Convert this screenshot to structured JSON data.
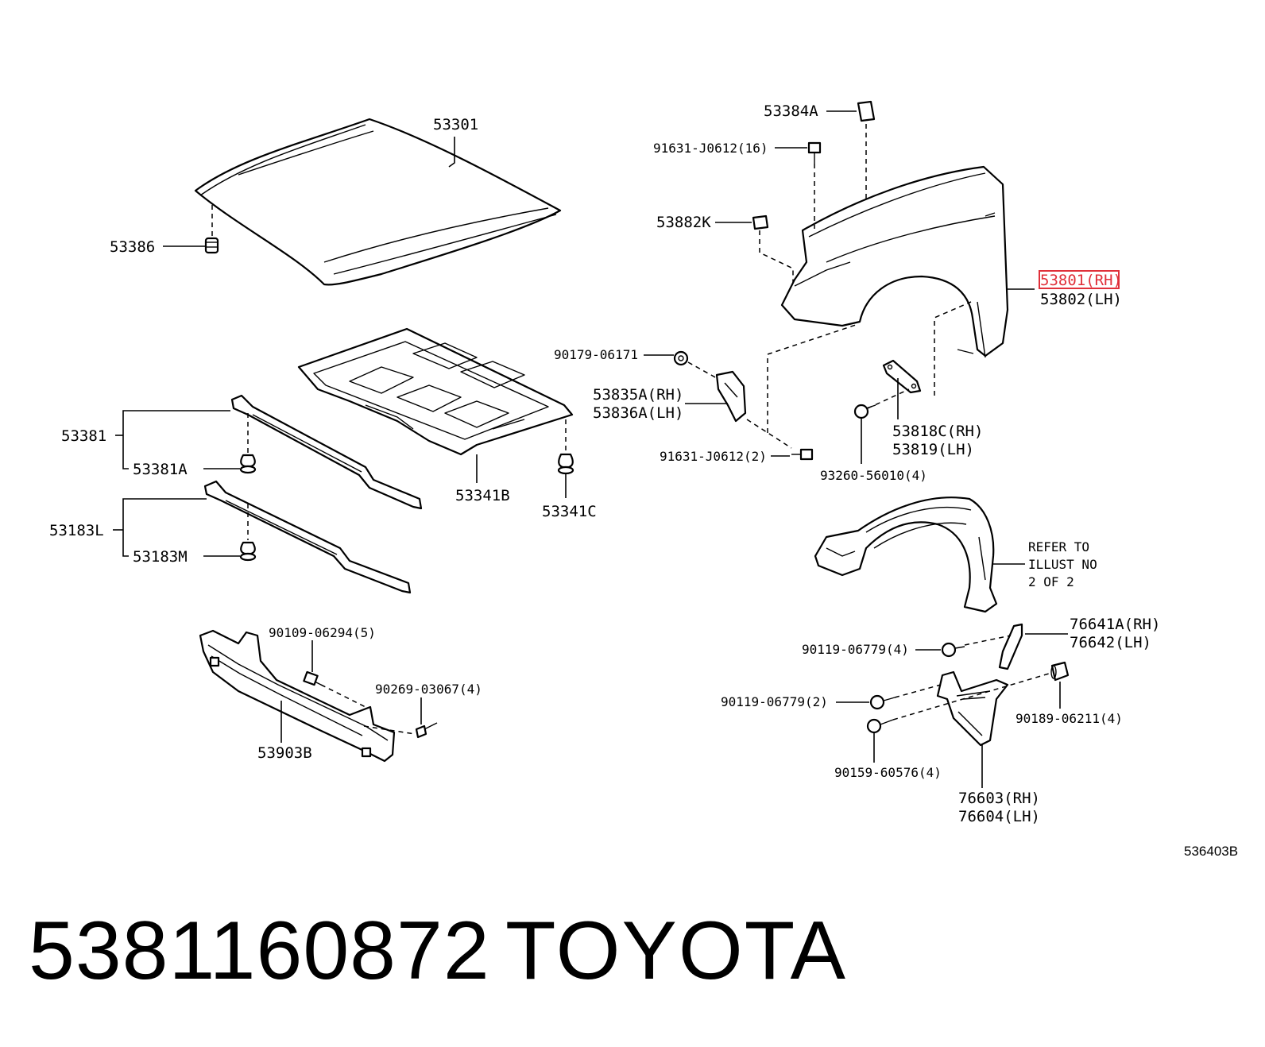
{
  "labels": {
    "hood": "53301",
    "hood_cushion": "53386",
    "hood_lock_support_upper": "53381",
    "clip_53381a": "53381A",
    "support_lower": "53183L",
    "clip_53183m": "53183M",
    "undercover": "53341B",
    "clip_53341c": "53341C",
    "bumper_reinforcement": "53903B",
    "bolt_90109": "90109-06294(5)",
    "clip_90269": "90269-03067(4)",
    "fender_protector_seal": "53384A",
    "bolt_91631_top": "91631-J0612(16)",
    "seal_53882k": "53882K",
    "fender_rh": "53801(RH)",
    "fender_lh": "53802(LH)",
    "nut_90179": "90179-06171",
    "bracket_rh": "53835A(RH)",
    "bracket_lh": "53836A(LH)",
    "bolt_91631_bottom": "91631-J0612(2)",
    "stay_rh": "53818C(RH)",
    "stay_lh": "53819(LH)",
    "screw_93260": "93260-56010(4)",
    "refer_line1": "REFER TO",
    "refer_line2": "ILLUST NO",
    "refer_line3": "2 OF 2",
    "mudguard_bracket_rh": "76641A(RH)",
    "mudguard_bracket_lh": "76642(LH)",
    "screw_90119_a": "90119-06779(4)",
    "screw_90119_b": "90119-06779(2)",
    "nut_90189": "90189-06211(4)",
    "screw_90159": "90159-60576(4)",
    "mudguard_rh": "76603(RH)",
    "mudguard_lh": "76604(LH)",
    "illustration_id": "536403B"
  },
  "highlight": {
    "part": "53801(RH)",
    "color": "#e0303a"
  },
  "footer": {
    "part_number": "5381160872",
    "brand": "TOYOTA"
  }
}
